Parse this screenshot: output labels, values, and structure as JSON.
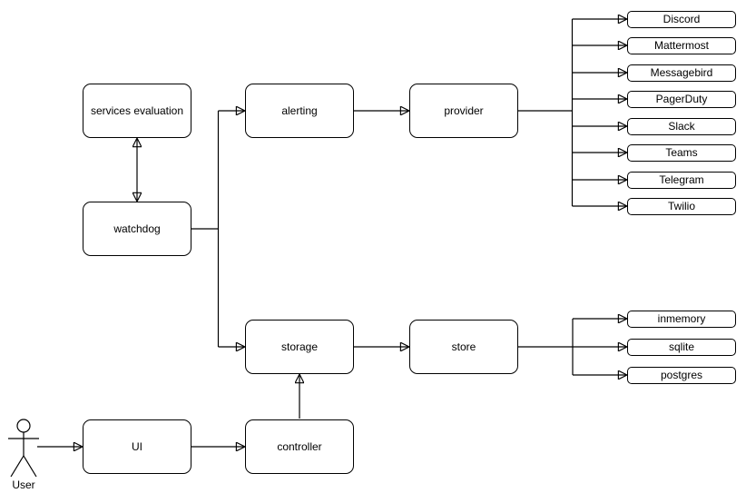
{
  "diagram": {
    "background_color": "#ffffff",
    "stroke_color": "#000000",
    "text_color": "#000000",
    "nodes": {
      "services_evaluation": "services evaluation",
      "watchdog": "watchdog",
      "alerting": "alerting",
      "provider": "provider",
      "storage": "storage",
      "store": "store",
      "ui": "UI",
      "controller": "controller"
    },
    "providers": [
      "Discord",
      "Mattermost",
      "Messagebird",
      "PagerDuty",
      "Slack",
      "Teams",
      "Telegram",
      "Twilio"
    ],
    "stores": [
      "inmemory",
      "sqlite",
      "postgres"
    ],
    "actor": {
      "label": "User"
    }
  }
}
